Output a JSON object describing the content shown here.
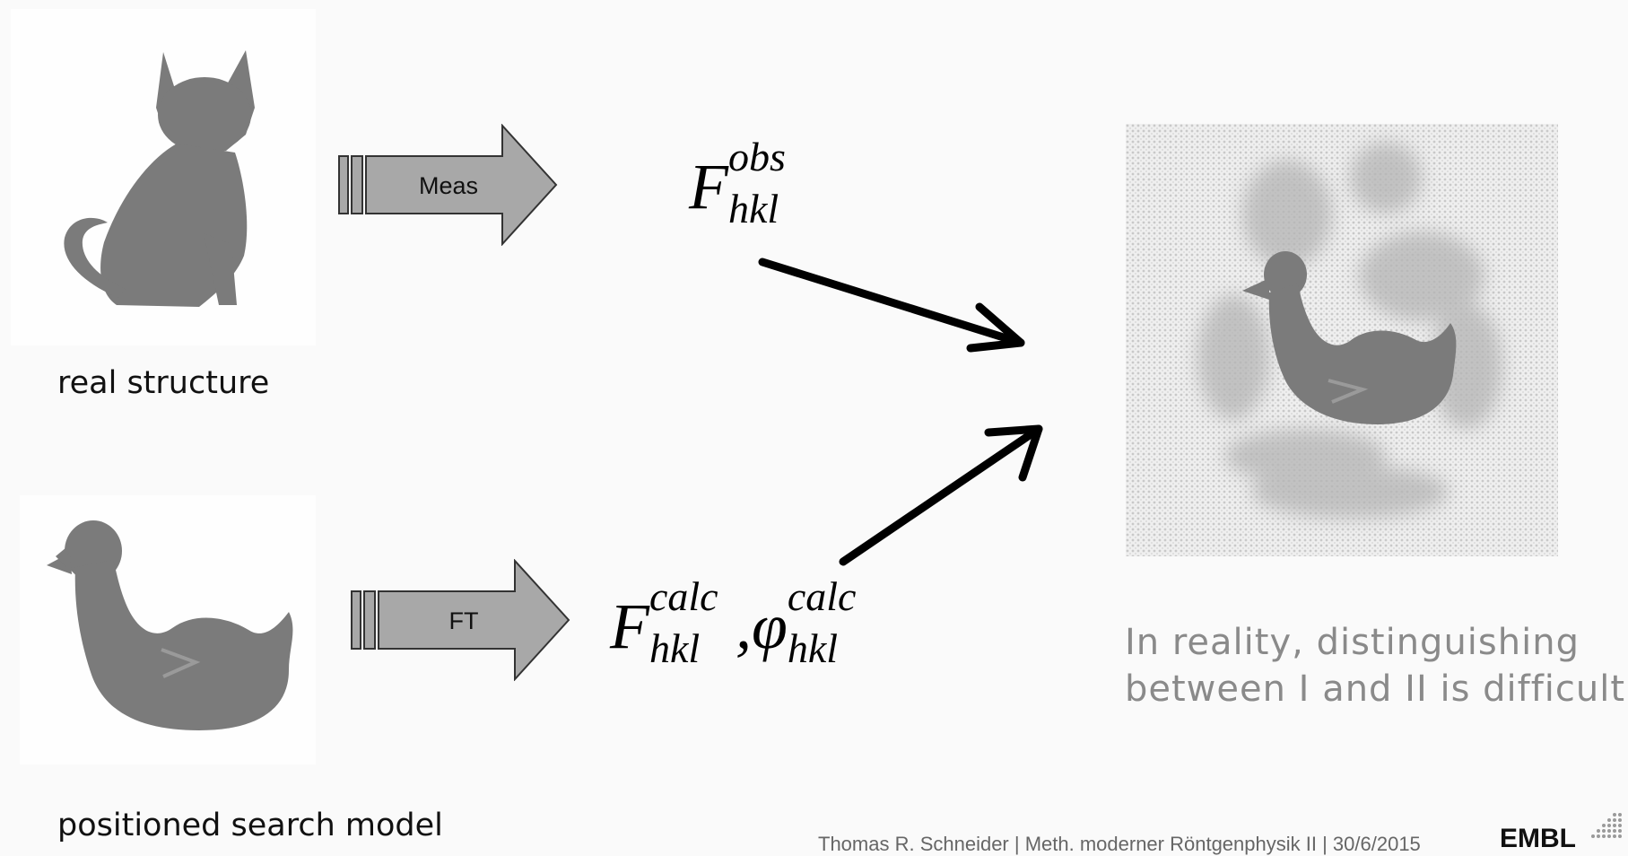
{
  "top_row": {
    "arrow_label": "Meas",
    "formula": {
      "base": "F",
      "sup": "obs",
      "sub": "hkl"
    },
    "caption": "real structure"
  },
  "bottom_row": {
    "arrow_label": "FT",
    "formula": {
      "base1": "F",
      "sup1": "calc",
      "sub1": "hkl",
      "sep": ",",
      "base2": "φ",
      "sup2": "calc",
      "sub2": "hkl"
    },
    "caption": "positioned search model"
  },
  "result": {
    "line1": "In reality, distinguishing",
    "line2": "between I and II is difficult"
  },
  "footer": {
    "text": "Thomas R. Schneider | Meth. moderner Röntgenphysik II | 30/6/2015",
    "logo": "EMBL"
  },
  "colors": {
    "silhouette": "#7b7b7b",
    "arrow_fill": "#a8a8a8",
    "caption_gray": "#8a8a8a"
  }
}
